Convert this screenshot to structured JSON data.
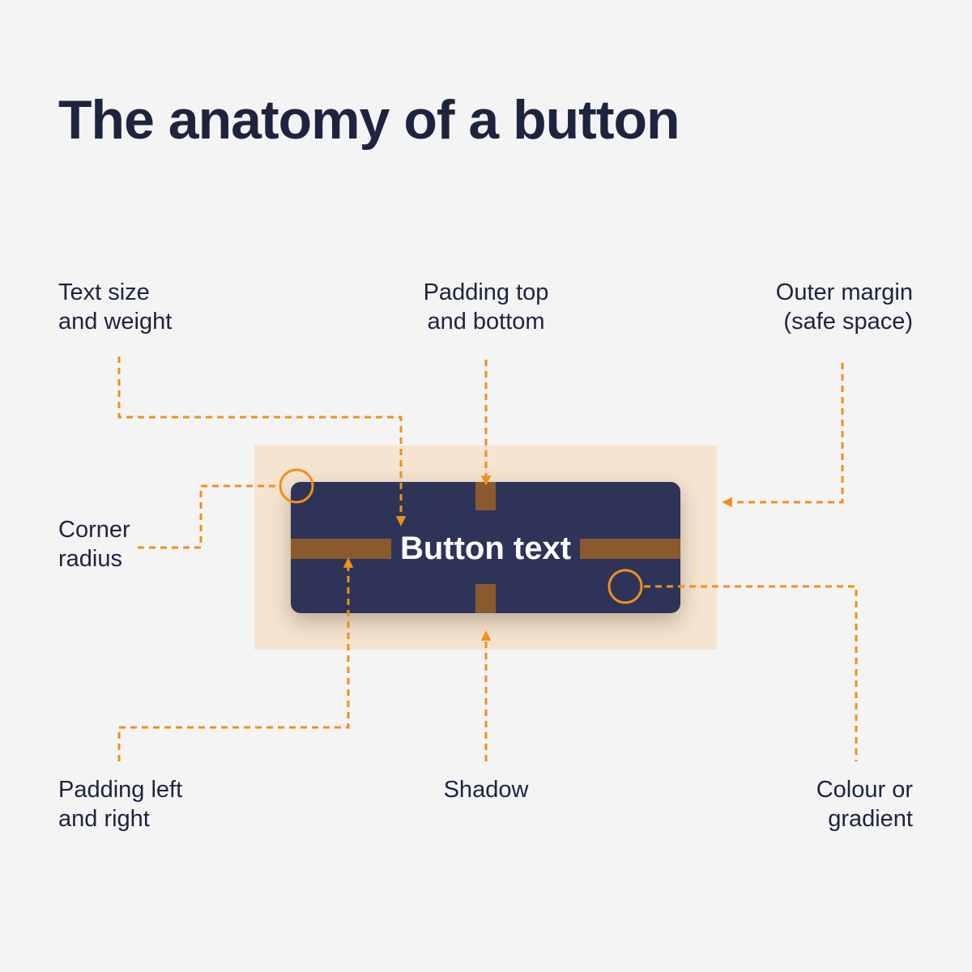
{
  "title": "The anatomy of a button",
  "button": {
    "label": "Button text",
    "fill_color": "#2e3458",
    "padding_color": "#8a5a2e",
    "safe_space_color": "#f5e4d0"
  },
  "accent_color": "#f0901a",
  "annotations": {
    "text_size": {
      "line1": "Text size",
      "line2": "and weight"
    },
    "padding_top_bottom": {
      "line1": "Padding top",
      "line2": "and bottom"
    },
    "outer_margin": {
      "line1": "Outer margin",
      "line2": "(safe space)"
    },
    "corner_radius": {
      "line1": "Corner",
      "line2": "radius"
    },
    "padding_left_right": {
      "line1": "Padding left",
      "line2": "and right"
    },
    "shadow": {
      "line1": "Shadow"
    },
    "colour": {
      "line1": "Colour or",
      "line2": "gradient"
    }
  }
}
